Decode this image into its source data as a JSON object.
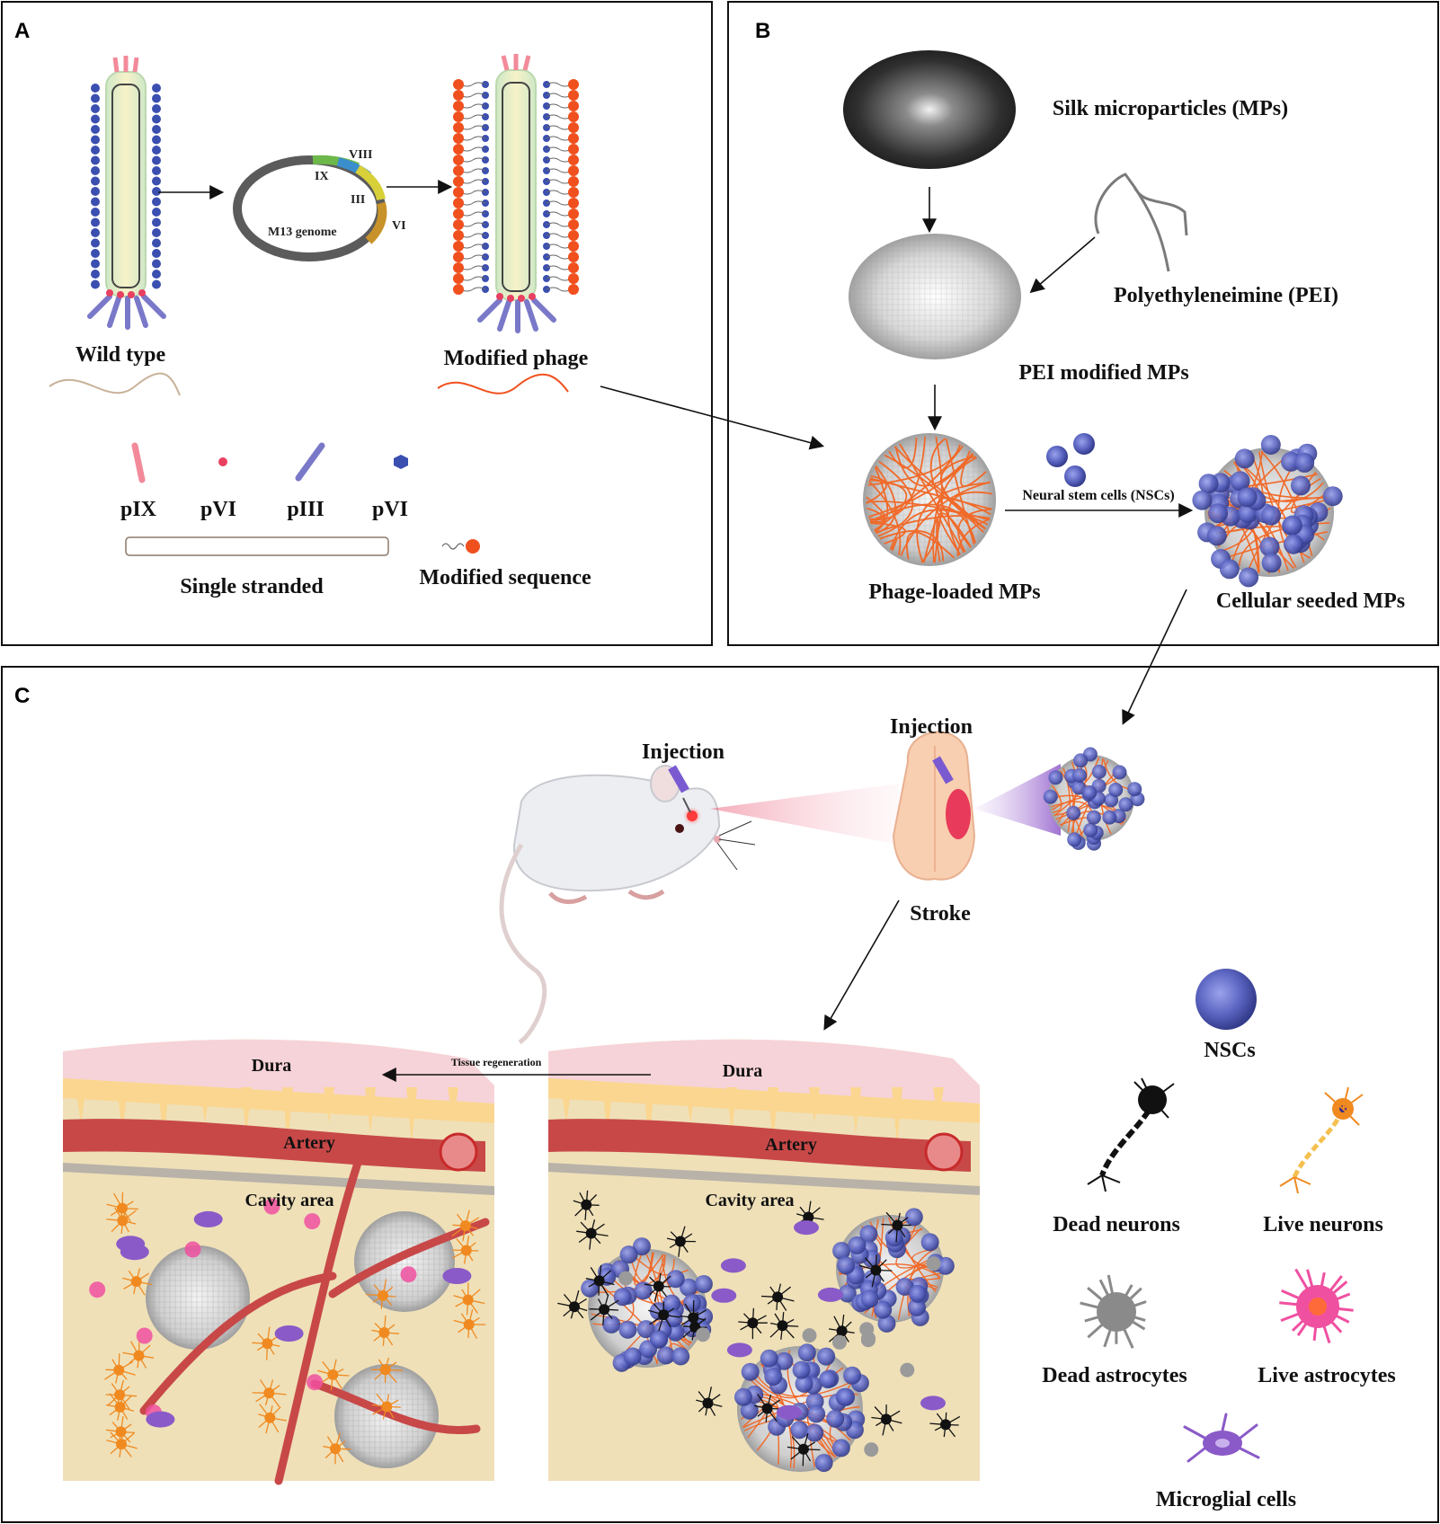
{
  "panels": {
    "a": {
      "letter": "A",
      "wild_type": "Wild type",
      "modified_phage": "Modified phage",
      "genome": {
        "name": "M13 genome",
        "genes": [
          "VIII",
          "IX",
          "III",
          "VI"
        ]
      },
      "legend": {
        "items": [
          "pIX",
          "pVI",
          "pIII",
          "pVI"
        ],
        "single_stranded": "Single stranded",
        "modified_sequence": "Modified sequence"
      },
      "colors": {
        "pIX": "#f28a9a",
        "pVI": "#e84060",
        "pIII": "#7a78c8",
        "pVIII": "#3b4fb0",
        "modified": "#f0501e"
      }
    },
    "b": {
      "letter": "B",
      "silk_mps": "Silk microparticles (MPs)",
      "pei": "Polyethyleneimine (PEI)",
      "pei_mps": "PEI modified MPs",
      "phage_mps": "Phage-loaded MPs",
      "nscs_arrow": "Neural stem cells (NSCs)",
      "seeded_mps": "Cellular seeded MPs"
    },
    "c": {
      "letter": "C",
      "injection_mouse": "Injection",
      "injection_brain": "Injection",
      "stroke": "Stroke",
      "tissue_regeneration": "Tissue regeneration",
      "left_block": {
        "dura": "Dura",
        "artery": "Artery",
        "cavity": "Cavity area"
      },
      "right_block": {
        "dura": "Dura",
        "artery": "Artery",
        "cavity": "Cavity area"
      },
      "legend": {
        "nscs": "NSCs",
        "dead_neurons": "Dead neurons",
        "live_neurons": "Live neurons",
        "dead_astrocytes": "Dead astrocytes",
        "live_astrocytes": "Live astrocytes",
        "microglia": "Microglial cells"
      },
      "colors": {
        "tissue": "#efe0b8",
        "dura": "#f6d3d8",
        "artery": "#c84848",
        "nsc": "#5a64c0",
        "live_neuron": "#f08a20",
        "live_astrocyte": "#f050a0",
        "microglia": "#8a5ac8"
      }
    }
  }
}
